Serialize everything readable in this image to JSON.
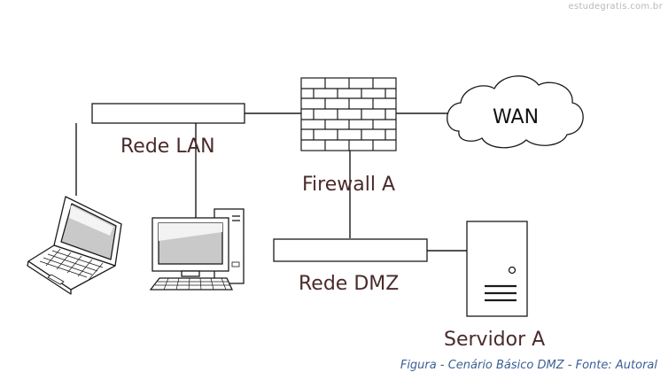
{
  "watermark": "estudegratis.com.br",
  "caption": "Figura - Cenário Básico DMZ - Fonte: Autoral",
  "nodes": {
    "rede_lan": "Rede LAN",
    "firewall": "Firewall A",
    "wan": "WAN",
    "rede_dmz": "Rede DMZ",
    "servidor": "Servidor A"
  },
  "icons": {
    "laptop": "laptop-icon",
    "desktop": "desktop-computer-icon",
    "firewall": "brick-wall-icon",
    "cloud": "cloud-icon",
    "server": "server-tower-icon"
  }
}
